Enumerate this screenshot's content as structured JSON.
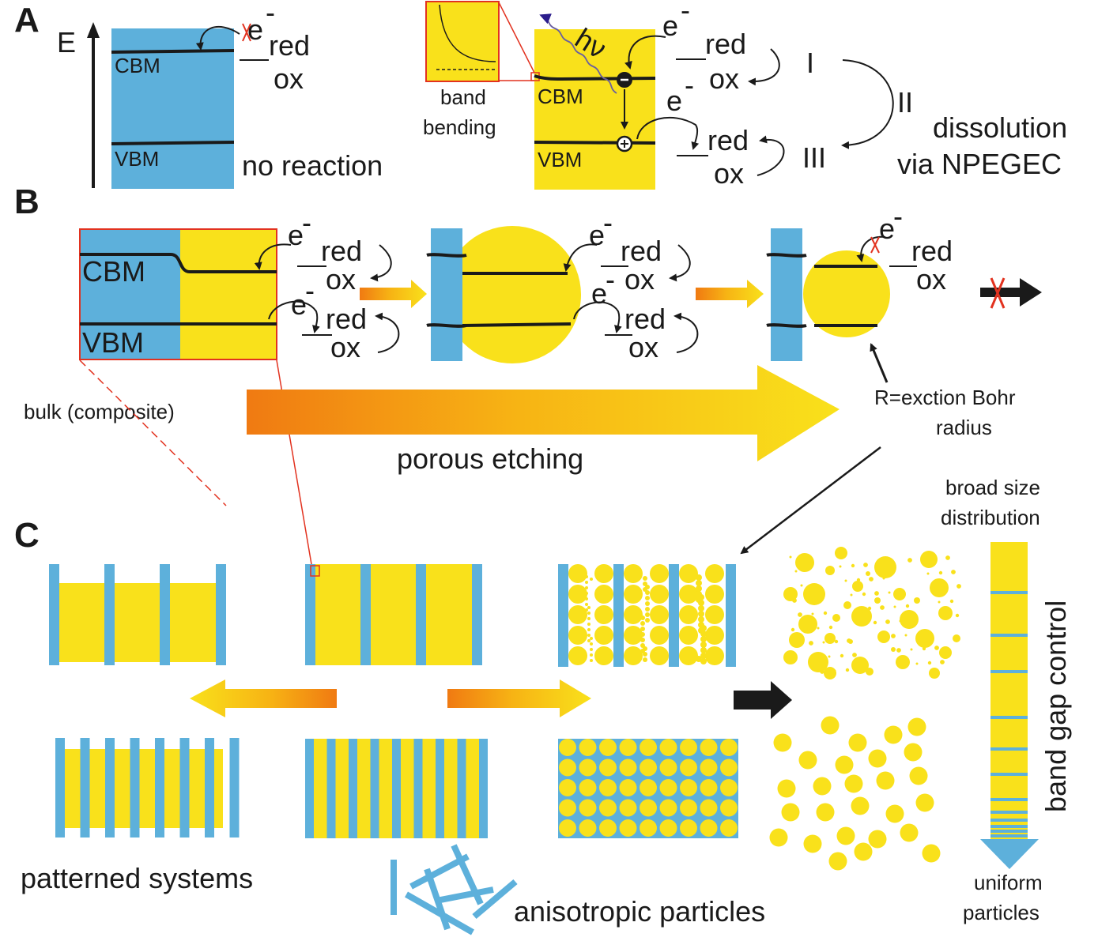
{
  "panels": {
    "a": "A",
    "b": "B",
    "c": "C"
  },
  "panel_a": {
    "energy_axis": "E",
    "cbm": "CBM",
    "vbm": "VBM",
    "electron": "e",
    "electron_sup": "-",
    "red": "red",
    "ox": "ox",
    "no_reaction": "no reaction",
    "band_bending": [
      "band",
      "bending"
    ],
    "photon": "hν",
    "steps": [
      "I",
      "II",
      "III"
    ],
    "dissolution": [
      "dissolution",
      "via NPEGEC"
    ]
  },
  "panel_b": {
    "cbm": "CBM",
    "vbm": "VBM",
    "electron": "e",
    "electron_sup": "-",
    "red": "red",
    "ox": "ox",
    "bulk": "bulk (composite)",
    "porous_etching": "porous etching",
    "bohr": [
      "R=exction Bohr",
      "radius"
    ]
  },
  "panel_c": {
    "broad": [
      "broad size",
      "distribution"
    ],
    "band_gap_control": "band gap control",
    "uniform": [
      "uniform",
      "particles"
    ],
    "patterned": "patterned systems",
    "anisotropic": "anisotropic particles"
  },
  "colors": {
    "blue": "#5db0db",
    "yellow": "#f9e11b",
    "orange": "#f07a12",
    "red": "#e2321f",
    "black": "#1a1a1a",
    "purple": "#2b1d8c"
  }
}
